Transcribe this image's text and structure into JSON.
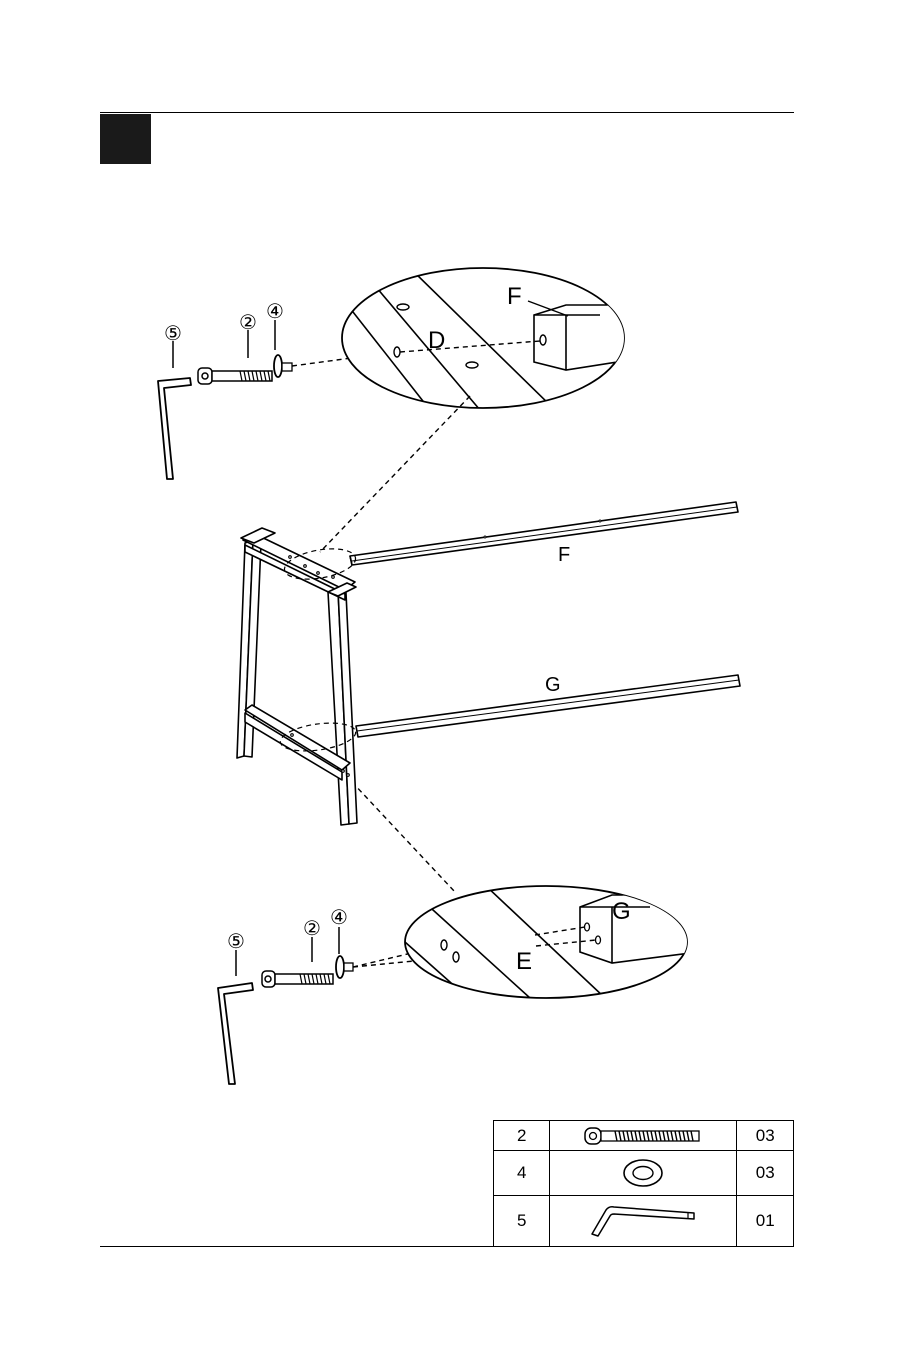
{
  "callouts": {
    "top": {
      "tool": "⑤",
      "bolt": "②",
      "washer": "④",
      "panel": "D",
      "rail": "F"
    },
    "main": {
      "rail_f": "F",
      "rail_g": "G"
    },
    "bottom": {
      "tool": "⑤",
      "bolt": "②",
      "washer": "④",
      "panel": "E",
      "rail": "G"
    }
  },
  "parts_table": {
    "rows": [
      {
        "num": "2",
        "icon": "bolt-icon",
        "qty": "03"
      },
      {
        "num": "4",
        "icon": "washer-icon",
        "qty": "03"
      },
      {
        "num": "5",
        "icon": "allen-key-icon",
        "qty": "01"
      }
    ]
  }
}
